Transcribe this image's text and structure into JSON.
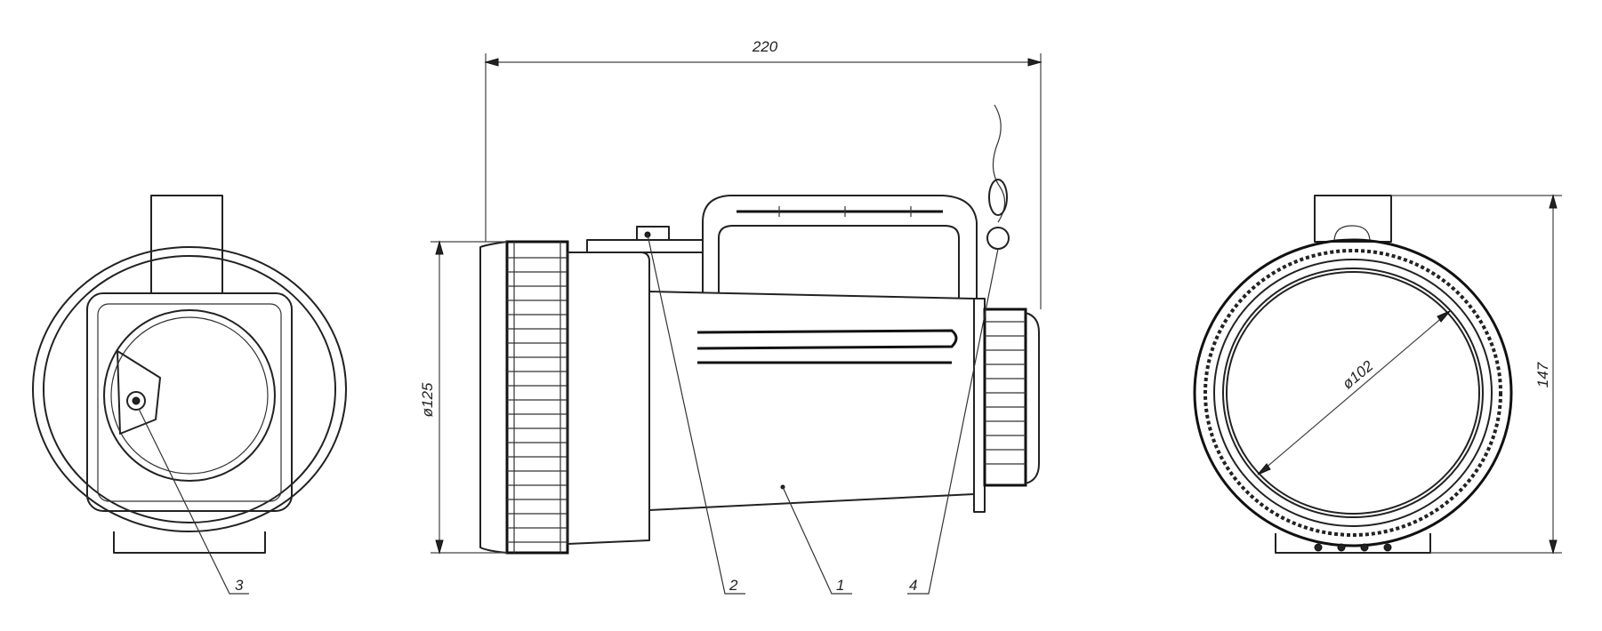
{
  "dimensions": {
    "overall_length": "220",
    "lens_diameter": "ø125",
    "inner_diameter": "ø102",
    "height": "147"
  },
  "callouts": [
    "1",
    "2",
    "3",
    "4"
  ]
}
